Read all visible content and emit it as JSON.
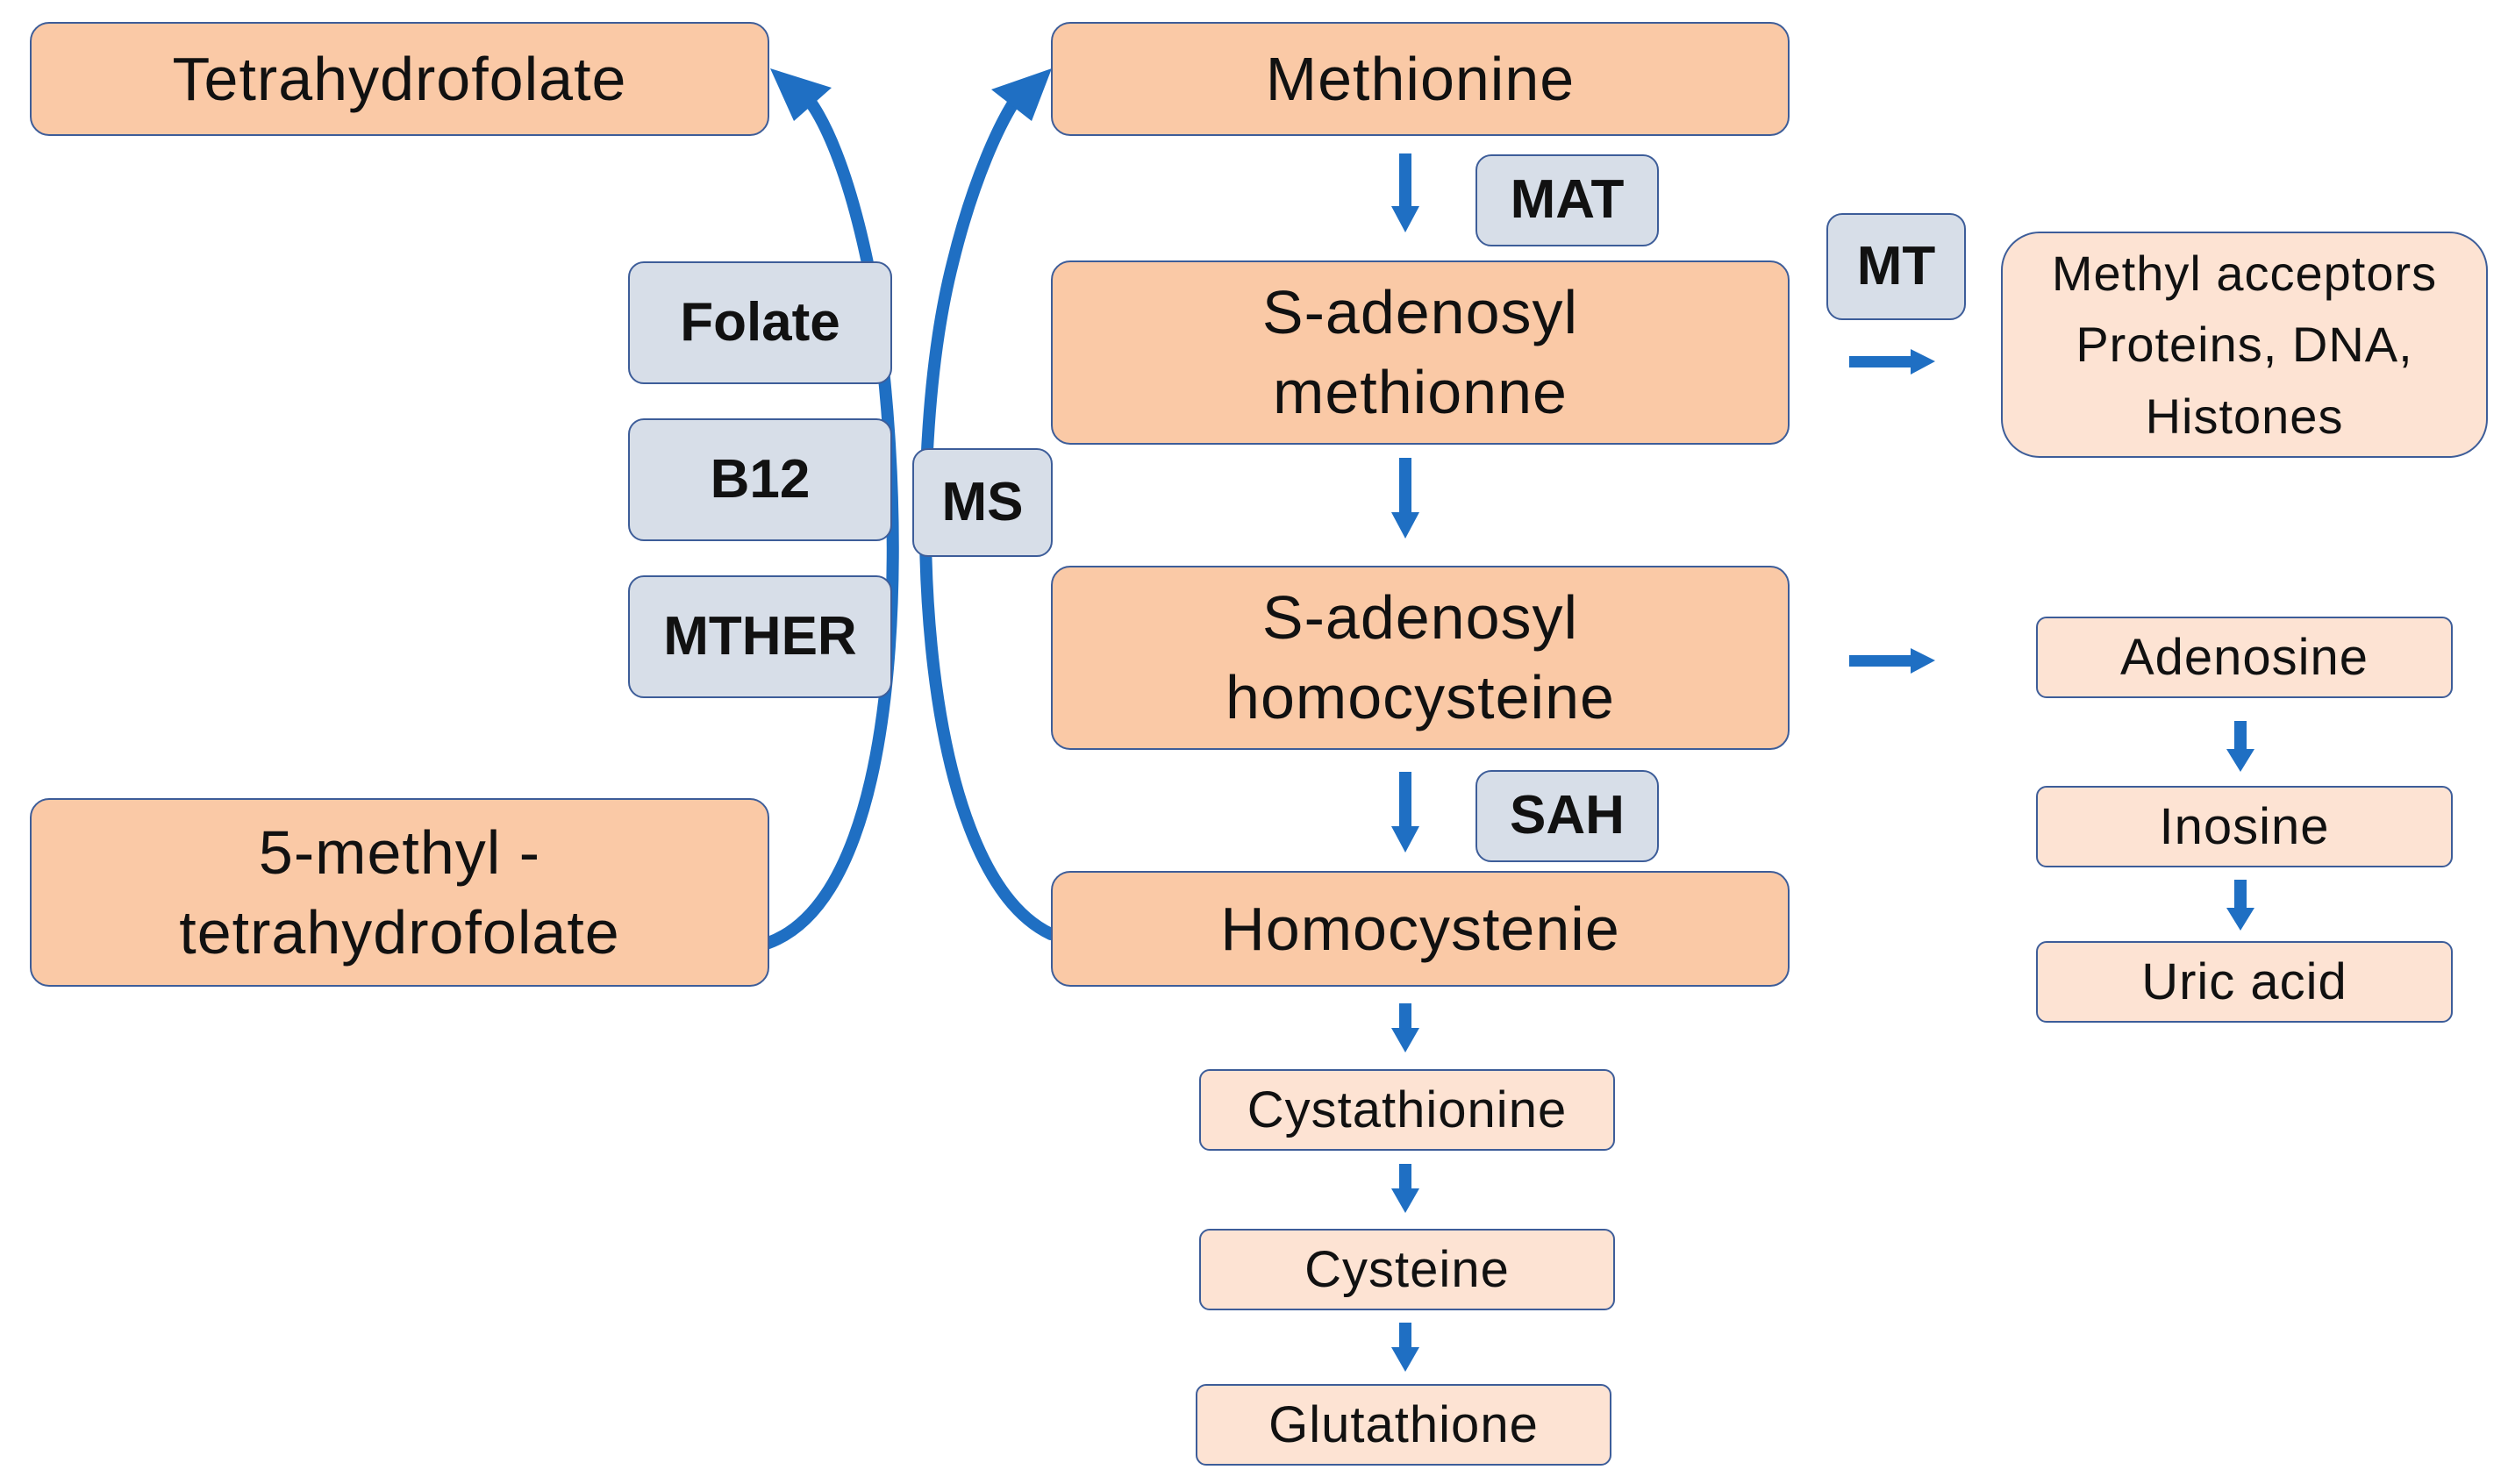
{
  "nodes": {
    "tetrahydrofolate": "Tetrahydrofolate",
    "methyl_thf_line1": "5-methyl -",
    "methyl_thf_line2": "tetrahydrofolate",
    "methionine": "Methionine",
    "sam_line1": "S-adenosyl",
    "sam_line2": "methionne",
    "sah_line1": "S-adenosyl",
    "sah_line2": "homocysteine",
    "homocysteine": "Homocystenie",
    "cystathionine": "Cystathionine",
    "cysteine": "Cysteine",
    "glutathione": "Glutathione",
    "methyl_acceptors_line1": "Methyl acceptors",
    "methyl_acceptors_line2": "Proteins, DNA,",
    "methyl_acceptors_line3": "Histones",
    "adenosine": "Adenosine",
    "inosine": "Inosine",
    "uric_acid": "Uric acid"
  },
  "enzymes": {
    "folate": "Folate",
    "b12": "B12",
    "mther": "MTHER",
    "ms": "MS",
    "mat": "MAT",
    "mt": "MT",
    "sah": "SAH"
  },
  "colors": {
    "main_fill": "#fac9a6",
    "sub_fill": "#fde3d3",
    "enzyme_fill": "#d7dee8",
    "border": "#3d5d99",
    "arrow": "#1f6fc3"
  }
}
